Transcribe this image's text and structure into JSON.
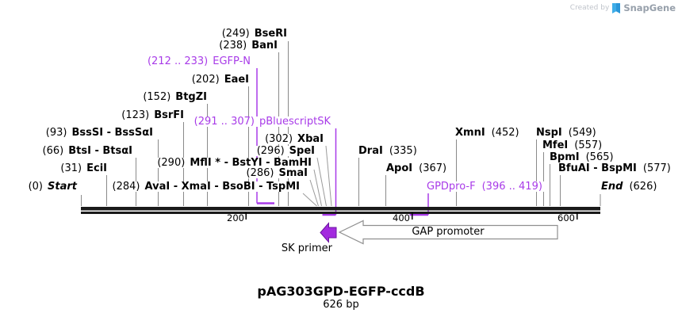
{
  "watermark": {
    "created_by": "Created by",
    "brand": "SnapGene"
  },
  "map": {
    "title": "pAG303GPD-EGFP-ccdB",
    "subtitle": "626 bp",
    "sk_primer": "SK primer",
    "gap_promoter": "GAP promoter"
  },
  "colors": {
    "primer_purple": "#a83be8",
    "arrow_purple": "#a32adf",
    "leader_gray": "#8a8a8a"
  },
  "axis": {
    "ticks": [
      {
        "label": "200"
      },
      {
        "label": "400"
      },
      {
        "label": "600"
      }
    ]
  },
  "labels": [
    {
      "pos": "(249)",
      "name": "BseRI"
    },
    {
      "pos": "(238)",
      "name": "BanI"
    },
    {
      "pos": "(212 .. 233)",
      "name": "EGFP-N"
    },
    {
      "pos": "(202)",
      "name": "EaeI"
    },
    {
      "pos": "(152)",
      "name": "BtgZI"
    },
    {
      "pos": "(123)",
      "name": "BsrFI"
    },
    {
      "pos": "(291 .. 307)",
      "name": "pBluescriptSK"
    },
    {
      "pos": "(93)",
      "name": "BssSI - BssSαI"
    },
    {
      "pos": "(302)",
      "name": "XbaI"
    },
    {
      "pos": "(66)",
      "name": "BtsI - BtsαI"
    },
    {
      "pos": "(296)",
      "name": "SpeI"
    },
    {
      "pos": "(290)",
      "name": "MflI * - BstYI - BamHI"
    },
    {
      "pos": "(31)",
      "name": "EciI"
    },
    {
      "pos": "(286)",
      "name": "SmaI"
    },
    {
      "pos": "(0)",
      "name": "Start"
    },
    {
      "pos": "(284)",
      "name": "AvaI - XmaI - BsoBI - TspMI"
    },
    {
      "name": "DraI",
      "pos": "(335)"
    },
    {
      "name": "ApoI",
      "pos": "(367)"
    },
    {
      "name": "XmnI",
      "pos": "(452)"
    },
    {
      "name": "NspI",
      "pos": "(549)"
    },
    {
      "name": "MfeI",
      "pos": "(557)"
    },
    {
      "name": "BpmI",
      "pos": "(565)"
    },
    {
      "name": "BfuAI - BspMI",
      "pos": "(577)"
    },
    {
      "name": "GPDpro-F",
      "pos": "(396 .. 419)"
    },
    {
      "name": "End",
      "pos": "(626)"
    }
  ]
}
